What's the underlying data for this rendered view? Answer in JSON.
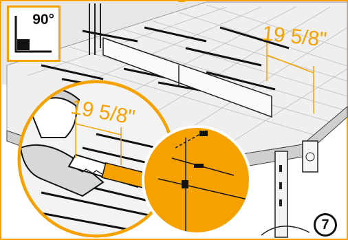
{
  "angle_badge": {
    "text": "90°",
    "icon": "square-corner-icon"
  },
  "dimension_right": {
    "text": "19 5/8\""
  },
  "dimension_left": {
    "text": "19 5/8\""
  },
  "step": {
    "number": "7"
  },
  "colors": {
    "accent": "#f5a200",
    "line": "#111111",
    "panel": "#dcdcdc"
  }
}
